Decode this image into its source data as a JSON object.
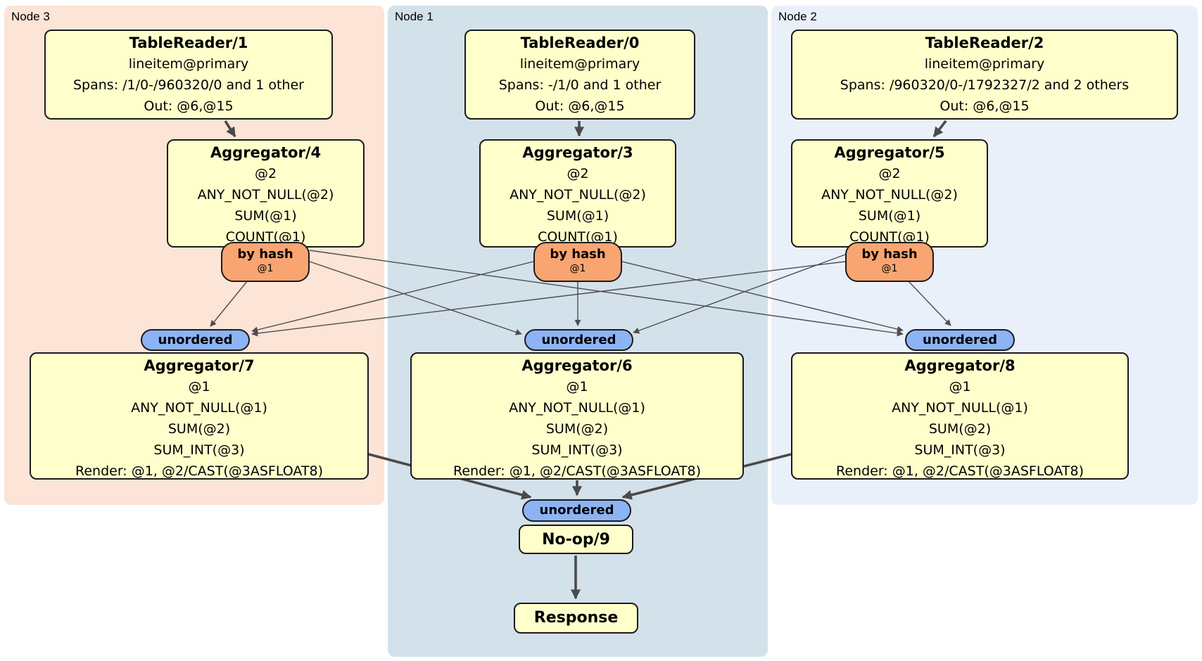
{
  "panels": {
    "node3": {
      "label": "Node 3"
    },
    "node1": {
      "label": "Node 1"
    },
    "node2": {
      "label": "Node 2"
    }
  },
  "processors": {
    "tablereader1": {
      "title": "TableReader/1",
      "lines": [
        "lineitem@primary",
        "Spans: /1/0-/960320/0 and 1 other",
        "Out: @6,@15"
      ]
    },
    "tablereader0": {
      "title": "TableReader/0",
      "lines": [
        "lineitem@primary",
        "Spans: -/1/0 and 1 other",
        "Out: @6,@15"
      ]
    },
    "tablereader2": {
      "title": "TableReader/2",
      "lines": [
        "lineitem@primary",
        "Spans: /960320/0-/1792327/2 and 2 others",
        "Out: @6,@15"
      ]
    },
    "aggregator4": {
      "title": "Aggregator/4",
      "lines": [
        "@2",
        "ANY_NOT_NULL(@2)",
        "SUM(@1)",
        "COUNT(@1)"
      ]
    },
    "aggregator3": {
      "title": "Aggregator/3",
      "lines": [
        "@2",
        "ANY_NOT_NULL(@2)",
        "SUM(@1)",
        "COUNT(@1)"
      ]
    },
    "aggregator5": {
      "title": "Aggregator/5",
      "lines": [
        "@2",
        "ANY_NOT_NULL(@2)",
        "SUM(@1)",
        "COUNT(@1)"
      ]
    },
    "aggregator7": {
      "title": "Aggregator/7",
      "lines": [
        "@1",
        "ANY_NOT_NULL(@1)",
        "SUM(@2)",
        "SUM_INT(@3)",
        "Render: @1, @2/CAST(@3ASFLOAT8)"
      ]
    },
    "aggregator6": {
      "title": "Aggregator/6",
      "lines": [
        "@1",
        "ANY_NOT_NULL(@1)",
        "SUM(@2)",
        "SUM_INT(@3)",
        "Render: @1, @2/CAST(@3ASFLOAT8)"
      ]
    },
    "aggregator8": {
      "title": "Aggregator/8",
      "lines": [
        "@1",
        "ANY_NOT_NULL(@1)",
        "SUM(@2)",
        "SUM_INT(@3)",
        "Render: @1, @2/CAST(@3ASFLOAT8)"
      ]
    },
    "noop9": {
      "title": "No-op/9"
    },
    "response": {
      "title": "Response"
    }
  },
  "routers": {
    "by_hash": {
      "label": "by hash",
      "detail": "@1"
    }
  },
  "streams": {
    "unordered_label": "unordered"
  },
  "colors": {
    "node3_bg": "#FCE4D6",
    "node1_bg": "#D3E1EA",
    "node2_bg": "#EAF0FA",
    "box_bg": "#FFFFCC",
    "box_border": "#1B1B1B",
    "router_bg": "#F8A572",
    "stream_bg": "#8CB3F3",
    "edge": "#4A4A4A"
  }
}
